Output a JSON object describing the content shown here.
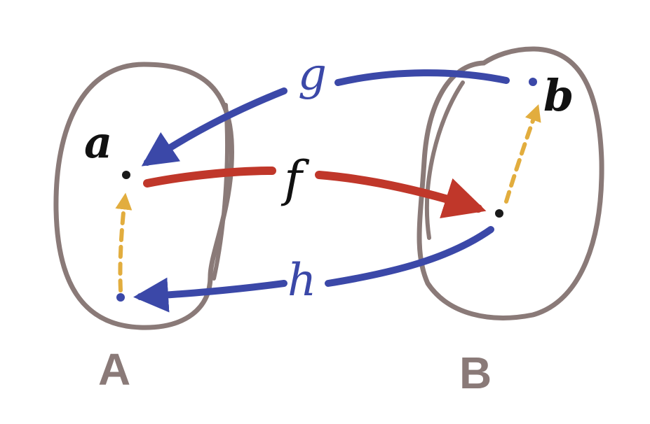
{
  "labels": {
    "point_a": "a",
    "point_b": "b",
    "map_f": "f",
    "map_g": "g",
    "map_h": "h",
    "set_A": "A",
    "set_B": "B"
  },
  "colors": {
    "set_outline": "#8a7a78",
    "map_f": "#c0372a",
    "map_g": "#3b48a8",
    "map_h": "#3b48a8",
    "dashed": "#e2ad3e",
    "point": "#1a1a1a",
    "point_label": "#111111"
  }
}
